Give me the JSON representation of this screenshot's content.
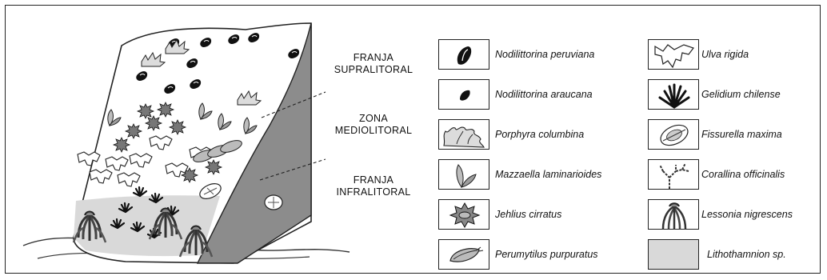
{
  "zones": [
    {
      "line1": "FRANJA",
      "line2": "SUPRALITORAL"
    },
    {
      "line1": "ZONA",
      "line2": "MEDIOLITORAL"
    },
    {
      "line1": "FRANJA",
      "line2": "INFRALITORAL"
    }
  ],
  "legend": {
    "left": [
      {
        "label": "Nodilittorina peruviana",
        "icon": "snail-shell-icon"
      },
      {
        "label": "Nodilittorina araucana",
        "icon": "small-snail-icon"
      },
      {
        "label": "Porphyra columbina",
        "icon": "ruffled-algae-icon"
      },
      {
        "label": "Mazzaella laminarioides",
        "icon": "blade-algae-icon"
      },
      {
        "label": "Jehlius cirratus",
        "icon": "barnacle-icon"
      },
      {
        "label": "Perumytilus purpuratus",
        "icon": "mussel-icon"
      }
    ],
    "right": [
      {
        "label": "Ulva rigida",
        "icon": "sea-lettuce-icon"
      },
      {
        "label": "Gelidium chilense",
        "icon": "tufted-algae-icon"
      },
      {
        "label": "Fissurella maxima",
        "icon": "limpet-icon"
      },
      {
        "label": "Corallina officinalis",
        "icon": "branching-coralline-icon"
      },
      {
        "label": "Lessonia nigrescens",
        "icon": "kelp-icon"
      },
      {
        "label": "Lithothamnion sp.",
        "icon": "crust-swatch-icon"
      }
    ]
  },
  "colors": {
    "rock_shade": "#8c8c8c",
    "crust": "#d9d9d9",
    "outline": "#222222"
  }
}
